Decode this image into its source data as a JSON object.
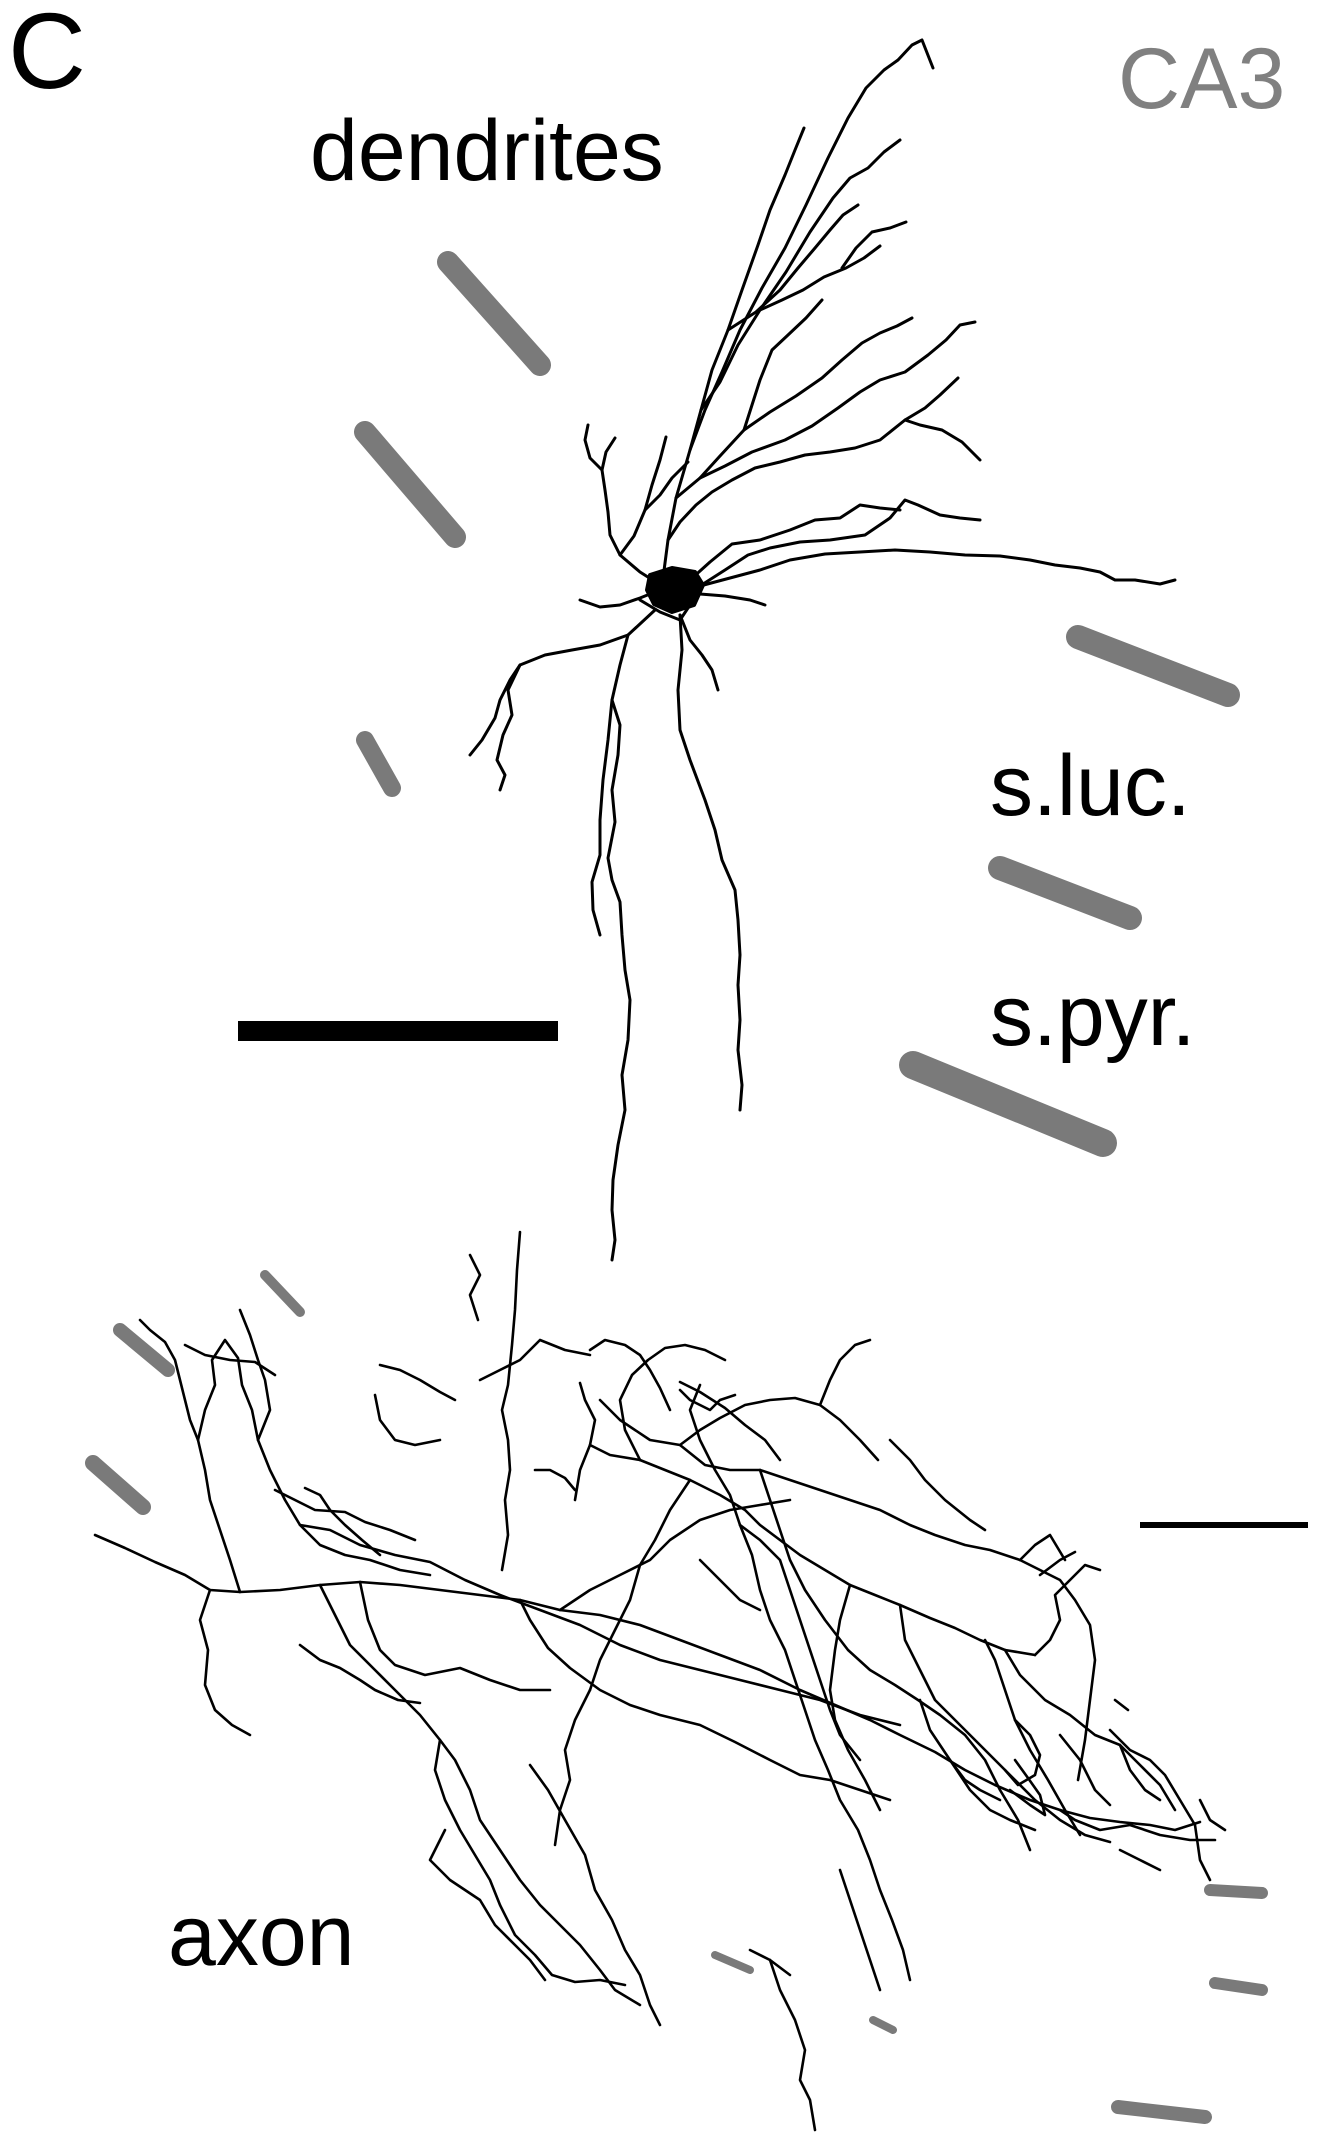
{
  "figure": {
    "panel_letter": "C",
    "region_label": "CA3",
    "labels": {
      "dendrites": "dendrites",
      "stratum_lucidum": "s.luc.",
      "stratum_pyramidale": "s.pyr.",
      "axon": "axon"
    },
    "colors": {
      "ink": "#000000",
      "layer_marker": "#7a7a7a",
      "region_label": "#808080",
      "background": "#ffffff"
    }
  }
}
